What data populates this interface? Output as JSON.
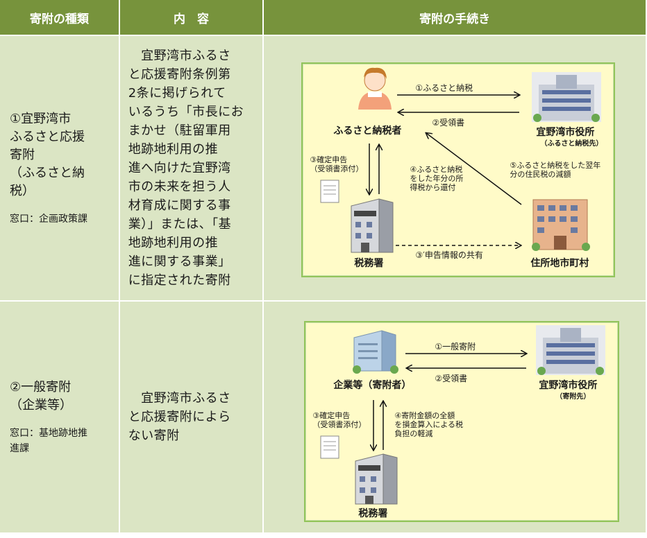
{
  "header": {
    "col_type": "寄附の種類",
    "col_content": "内　容",
    "col_procedure": "寄附の手続き"
  },
  "rows": [
    {
      "type_lines": [
        "①宜野湾市",
        "ふるさと応援",
        "寄附",
        "（ふるさと納",
        "税）"
      ],
      "window": "窓口：企画政策課",
      "content_lines": [
        "　宜野湾市ふるさ",
        "と応援寄附条例第",
        "2条に掲げられて",
        "いるうち「市長にお",
        "まかせ（駐留軍用",
        "地跡地利用の推",
        "進へ向けた宜野湾",
        "市の未来を担う人",
        "材育成に関する事",
        "業）」または、「基",
        "地跡地利用の推",
        "進に関する事業」",
        "に指定された寄附"
      ],
      "diagram": {
        "donor": "ふるさと納税者",
        "city": "宜野湾市役所",
        "city_sub": "（ふるさと納税先）",
        "tax_office": "税務署",
        "residence": "住所地市町村",
        "step1": "①ふるさと納税",
        "step2": "②受領書",
        "step3_lines": [
          "③確定申告",
          "（受領書添付）"
        ],
        "step3b": "③′申告情報の共有",
        "step4_lines": [
          "④ふるさと納税",
          "をした年分の所",
          "得税から還付"
        ],
        "step5_lines": [
          "⑤ふるさと納税をした翌年",
          "分の住民税の減額"
        ]
      }
    },
    {
      "type_lines": [
        "②一般寄附",
        "（企業等）"
      ],
      "window_lines": [
        "窓口：基地跡地推",
        "進課"
      ],
      "content_lines": [
        "　宜野湾市ふるさ",
        "と応援寄附によら",
        "ない寄附"
      ],
      "diagram": {
        "donor": "企業等（寄附者）",
        "city": "宜野湾市役所",
        "city_sub": "（寄附先）",
        "tax_office": "税務署",
        "step1": "①一般寄附",
        "step2": "②受領書",
        "step3_lines": [
          "③確定申告",
          "（受領書添付）"
        ],
        "step4_lines": [
          "④寄附金額の全額",
          "を損金算入による税",
          "負担の軽減"
        ]
      }
    }
  ],
  "colors": {
    "header": "#77933c",
    "cell": "#dbe5c4",
    "diagram_bg": "#fffbc8",
    "diagram_border": "#92c45a"
  }
}
